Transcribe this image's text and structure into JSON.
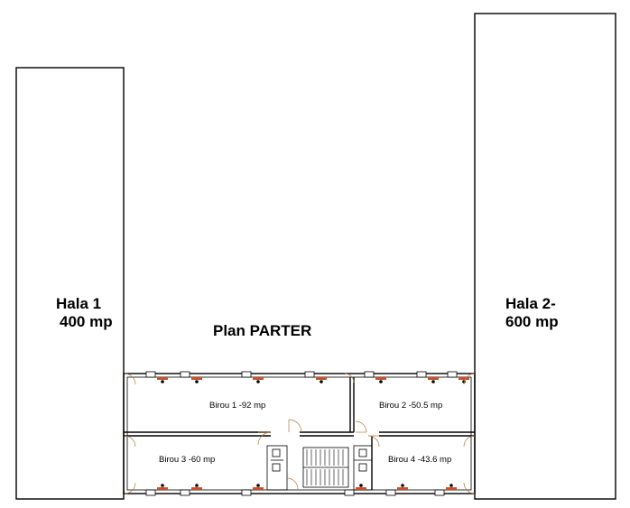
{
  "plan": {
    "title": "Plan PARTER",
    "halls": [
      {
        "line1": "Hala 1",
        "line2": "400 mp"
      },
      {
        "line1": "Hala 2-",
        "line2": "600 mp"
      }
    ],
    "rooms": [
      {
        "label": "Birou 1 -92 mp"
      },
      {
        "label": "Birou 2 -50.5 mp"
      },
      {
        "label": "Birou 3 -60 mp"
      },
      {
        "label": "Birou 4 -43.6 mp"
      }
    ]
  }
}
